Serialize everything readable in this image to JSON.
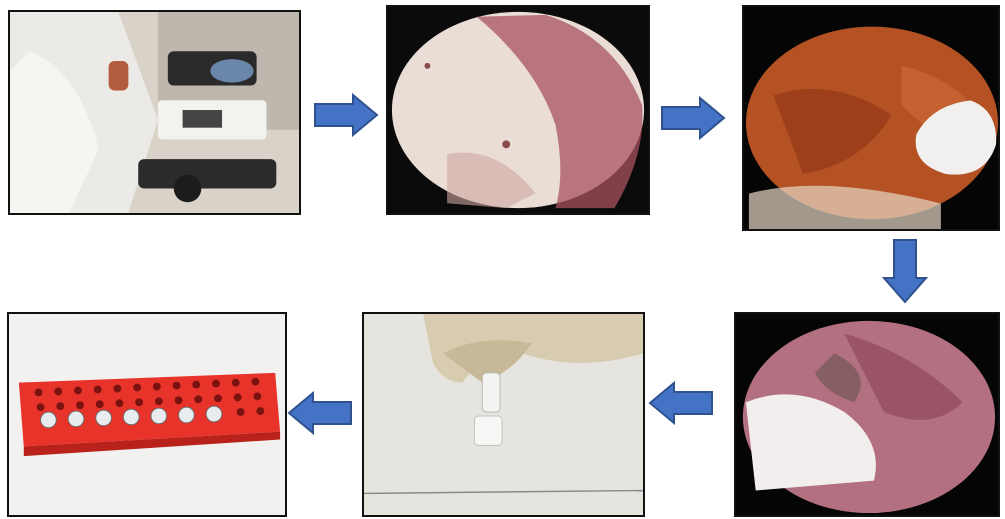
{
  "diagram": {
    "steps": [
      {
        "id": "step-1",
        "depicts": "microscope-workstation-photo"
      },
      {
        "id": "step-2",
        "depicts": "endoscopic-view-pale-mucosa"
      },
      {
        "id": "step-3",
        "depicts": "endoscopic-view-orange-tissue-with-swab"
      },
      {
        "id": "step-4",
        "depicts": "endoscopic-view-pink-tissue-with-swab"
      },
      {
        "id": "step-5",
        "depicts": "gloved-hand-placing-sample-in-tube"
      },
      {
        "id": "step-6",
        "depicts": "red-tube-rack-with-capped-tubes"
      }
    ],
    "arrows": [
      {
        "from": "step-1",
        "to": "step-2",
        "direction": "right"
      },
      {
        "from": "step-2",
        "to": "step-3",
        "direction": "right"
      },
      {
        "from": "step-3",
        "to": "step-4",
        "direction": "down"
      },
      {
        "from": "step-4",
        "to": "step-5",
        "direction": "left"
      },
      {
        "from": "step-5",
        "to": "step-6",
        "direction": "left"
      }
    ],
    "colors": {
      "arrow_fill": "#4472C4",
      "arrow_stroke": "#2F528F",
      "frame": "#111111",
      "rack": "#E8332A"
    }
  }
}
